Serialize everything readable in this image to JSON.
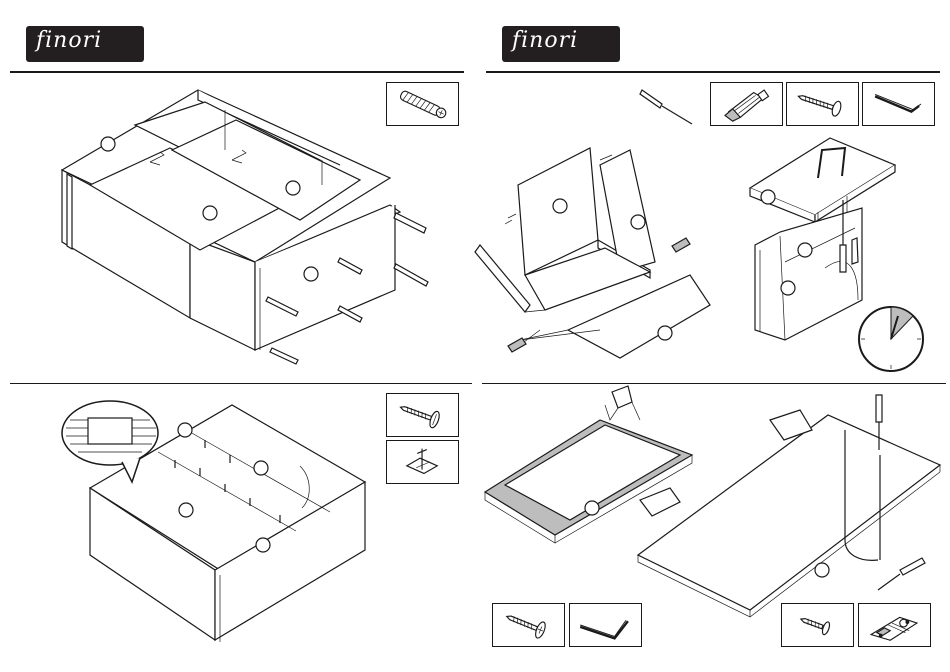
{
  "brand": {
    "name": "finori"
  },
  "colors": {
    "ink": "#1a1a1a",
    "logo_bg": "#231f20",
    "panel_grey": "#bdbdbd",
    "paper": "#ffffff"
  },
  "panels": [
    {
      "id": "step-a",
      "tools": [
        "dowel-icon"
      ]
    },
    {
      "id": "step-b",
      "tools": [
        "screwdriver-icon",
        "glue-bottle-icon",
        "screw-icon",
        "allen-key-icon",
        "clock-icon"
      ]
    },
    {
      "id": "step-c",
      "tools": [
        "screw-icon",
        "nail-hammer-icon"
      ]
    },
    {
      "id": "step-d",
      "tools": [
        "screw-icon",
        "allen-key-icon",
        "screw-icon",
        "hinge-icon",
        "drill-icon"
      ]
    }
  ]
}
